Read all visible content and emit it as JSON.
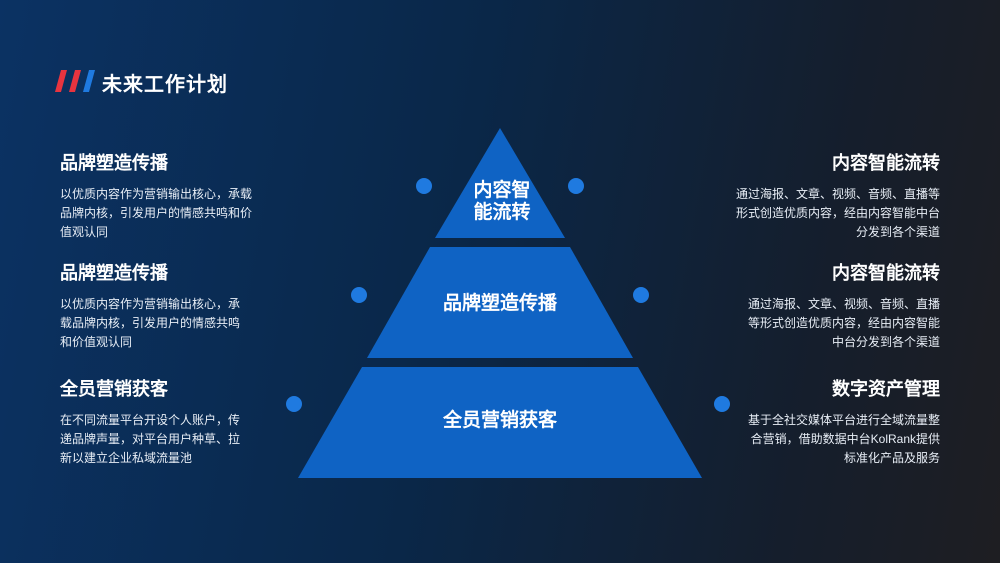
{
  "title": "未来工作计划",
  "pyramid": {
    "top": "内容智能流转",
    "middle": "品牌塑造传播",
    "bottom": "全员营销获客"
  },
  "left": [
    {
      "title": "品牌塑造传播",
      "lines": [
        "以优质内容作为营销输出核心，承载",
        "品牌内核，引发用户的情感共鸣和价",
        "值观认同"
      ]
    },
    {
      "title": "品牌塑造传播",
      "lines": [
        "以优质内容作为营销输出核心，承",
        "载品牌内核，引发用户的情感共鸣",
        "和价值观认同"
      ]
    },
    {
      "title": "全员营销获客",
      "lines": [
        "在不同流量平台开设个人账户，传",
        "递品牌声量，对平台用户种草、拉",
        "新以建立企业私域流量池"
      ]
    }
  ],
  "right": [
    {
      "title": "内容智能流转",
      "lines": [
        "通过海报、文章、视频、音频、直播等",
        "形式创造优质内容，经由内容智能中台",
        "分发到各个渠道"
      ]
    },
    {
      "title": "内容智能流转",
      "lines": [
        "通过海报、文章、视频、音频、直播",
        "等形式创造优质内容，经由内容智能",
        "中台分发到各个渠道"
      ]
    },
    {
      "title": "数字资产管理",
      "lines": [
        "基于全社交媒体平台进行全域流量整",
        "合营销，借助数据中台KolRank提供",
        "标准化产品及服务"
      ]
    }
  ],
  "colors": {
    "accent_blue": "#1f7ae0",
    "accent_red": "#e8343f",
    "pyramid_blue": "#0f63c4"
  }
}
